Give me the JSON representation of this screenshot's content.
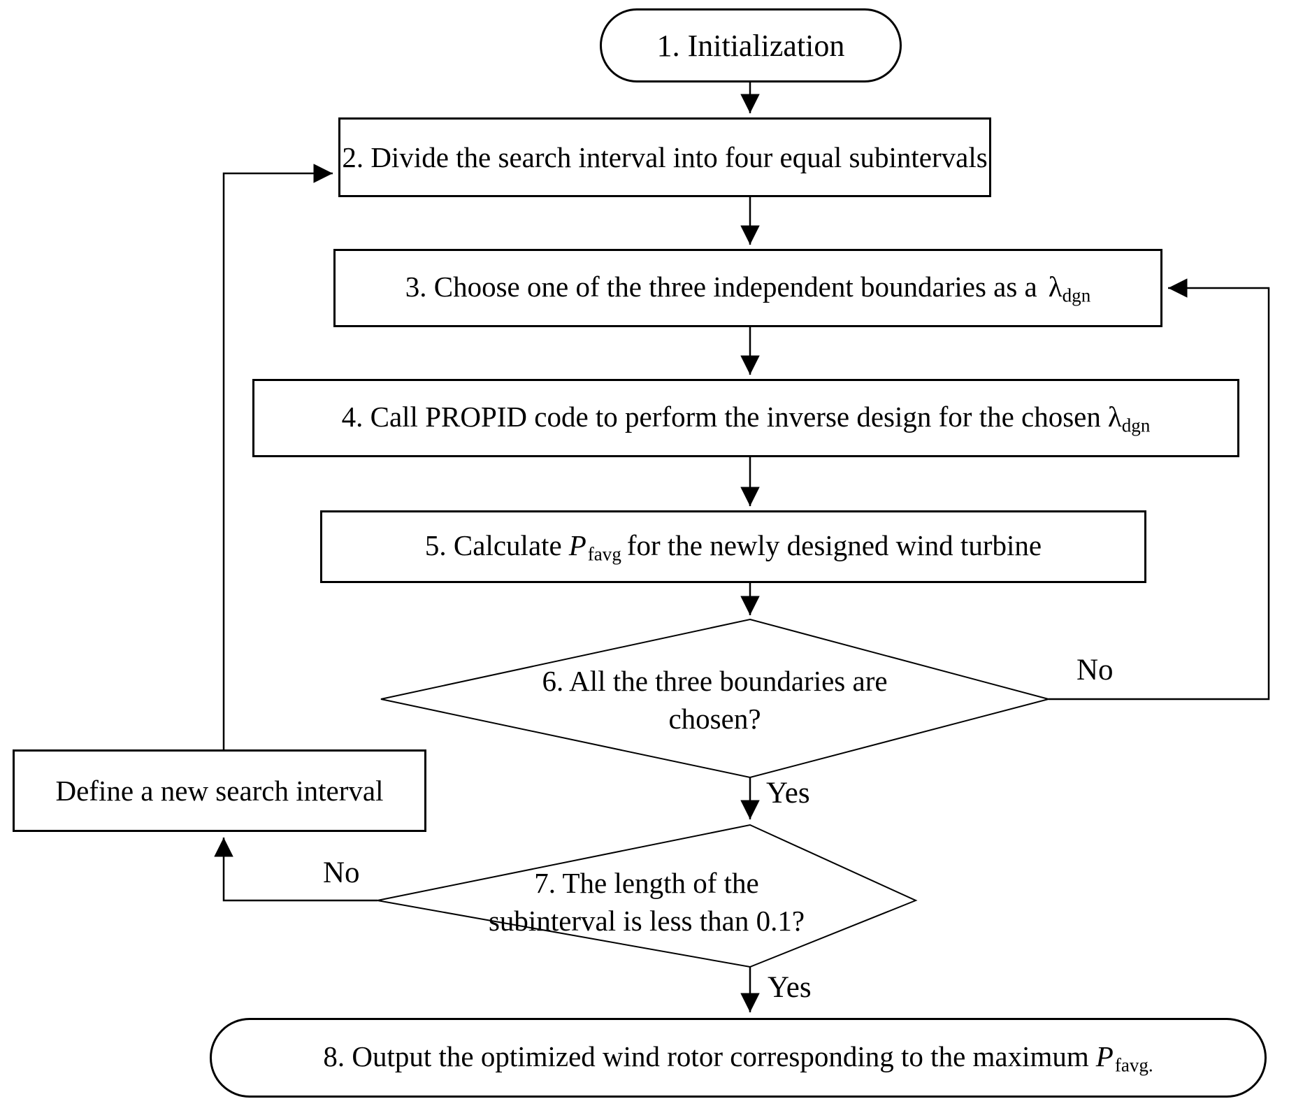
{
  "diagram": {
    "title_hint": "Optimization flowchart for wind rotor design",
    "colors": {
      "stroke": "#000000",
      "background": "#ffffff"
    },
    "nodes": {
      "step1": {
        "label": "1. Initialization"
      },
      "step2": {
        "label": "2. Divide the search interval into four equal subintervals"
      },
      "step3": {
        "pre": "3. Choose one of the three independent boundaries as a",
        "symbol": "λ",
        "subscript": "dgn"
      },
      "step4": {
        "pre": "4. Call PROPID code to perform the inverse design for the chosen",
        "symbol": "λ",
        "subscript": "dgn"
      },
      "step5": {
        "pre": "5. Calculate",
        "symbol": "P",
        "subscript": "favg",
        "post": "for the newly designed wind turbine"
      },
      "step6": {
        "line1": "6. All the three boundaries are",
        "line2": "chosen?"
      },
      "step7": {
        "line1": "7. The length of the",
        "line2": "subinterval is less than 0.1?"
      },
      "step8": {
        "pre": "8. Output the optimized wind rotor corresponding to the maximum",
        "symbol": "P",
        "subscript": "favg."
      },
      "define": {
        "label": "Define a new search interval"
      }
    },
    "edge_labels": {
      "step6_no": "No",
      "step6_yes": "Yes",
      "step7_no": "No",
      "step7_yes": "Yes"
    }
  }
}
